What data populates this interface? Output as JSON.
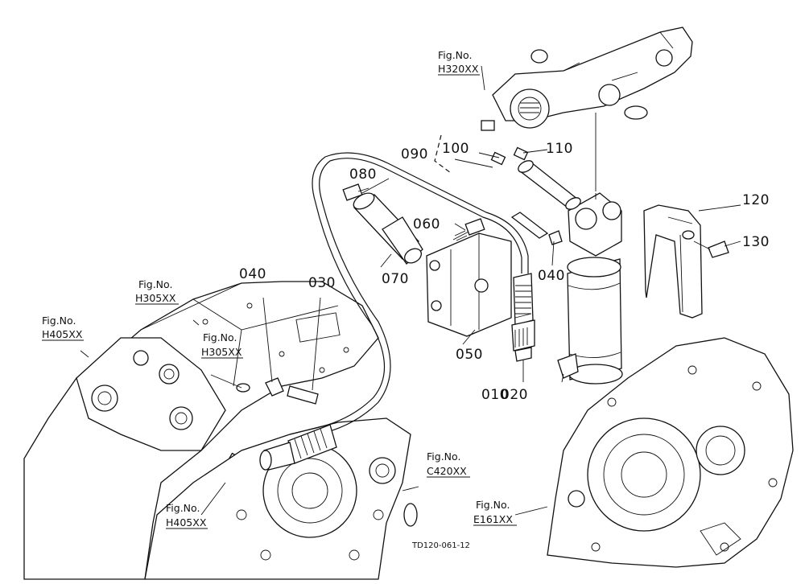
{
  "figure_refs": {
    "h320": [
      "Fig.No.",
      "H320XX"
    ],
    "h305_top": [
      "Fig.No.",
      "H305XX"
    ],
    "h405_left": [
      "Fig.No.",
      "H405XX"
    ],
    "h305_mid": [
      "Fig.No.",
      "H305XX"
    ],
    "h405_bottom": [
      "Fig.No.",
      "H405XX"
    ],
    "c420": [
      "Fig.No.",
      "C420XX"
    ],
    "e161": [
      "Fig.No.",
      "E161XX"
    ]
  },
  "part_numbers": {
    "p010": "010",
    "p020": "020",
    "p030": "030",
    "p040a": "040",
    "p040b": "040",
    "p050": "050",
    "p060": "060",
    "p070": "070",
    "p080": "080",
    "p090": "090",
    "p100": "100",
    "p110": "110",
    "p120": "120",
    "p130": "130"
  },
  "diagram_id": "TD120-061-12"
}
